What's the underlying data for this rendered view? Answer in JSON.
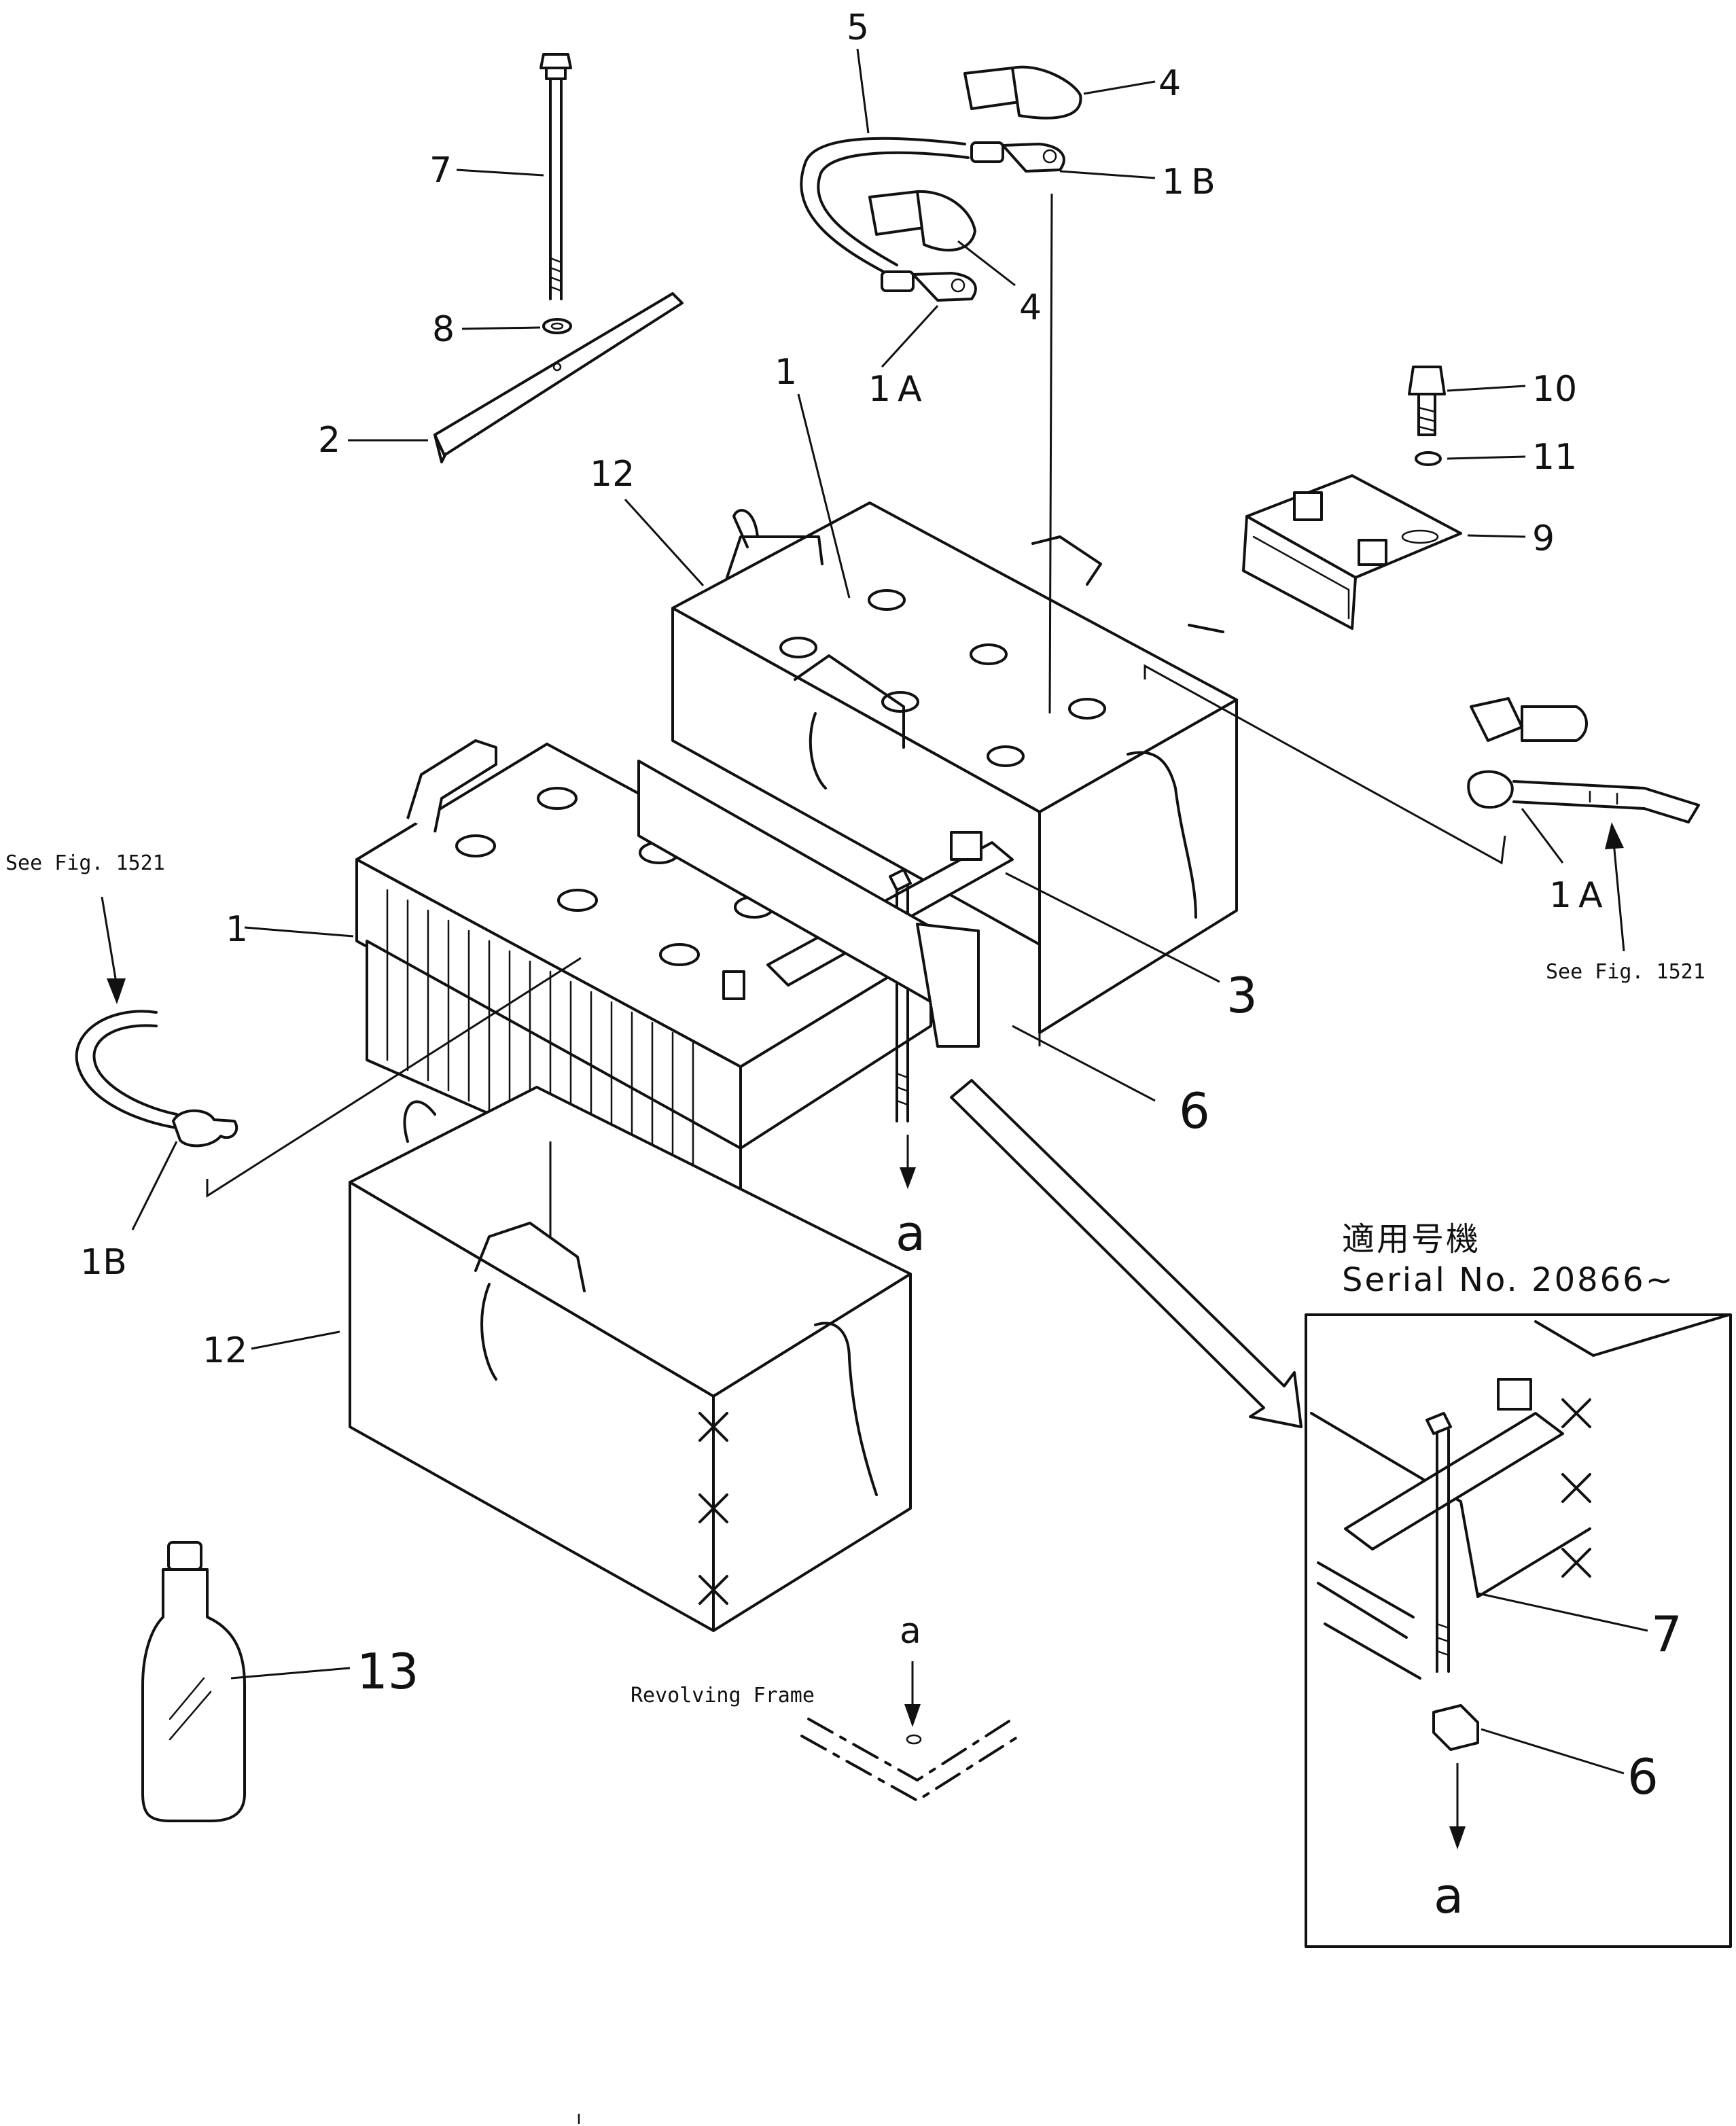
{
  "callouts": {
    "c7_top": "7",
    "c8": "8",
    "c2": "2",
    "c5": "5",
    "c4_top": "4",
    "c1B_top": "1B",
    "c4_mid": "4",
    "c1A_top": "1A",
    "c1_top": "1",
    "c12_top": "12",
    "c10": "10",
    "c11": "11",
    "c9": "9",
    "c1_left": "1",
    "c3": "3",
    "c6_main": "6",
    "c1A_right": "1A",
    "c1B_left": "1B",
    "c12_bottom": "12",
    "c13": "13",
    "c_a_main": "a",
    "c_a_frame": "a",
    "c7_inset": "7",
    "c6_inset": "6",
    "c_a_inset": "a"
  },
  "notes": {
    "see_fig_left": "See  Fig. 1521",
    "see_fig_right": "See  Fig. 1521",
    "revolving_frame": "Revolving Frame"
  },
  "inset": {
    "applicable_models": "適用号機",
    "serial": "Serial  No. 20866~"
  }
}
